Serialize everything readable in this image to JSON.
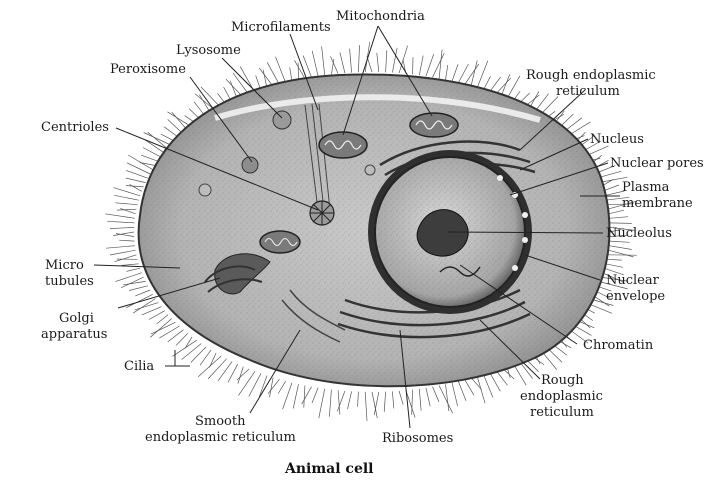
{
  "figure": {
    "caption": "Animal cell",
    "labels": {
      "microfilaments": "Microfilaments",
      "mitochondria": "Mitochondria",
      "lysosome": "Lysosome",
      "peroxisome": "Peroxisome",
      "rough_er_top_line1": "Rough endoplasmic",
      "rough_er_top_line2": "reticulum",
      "centrioles": "Centrioles",
      "nucleus": "Nucleus",
      "nuclear_pores": "Nuclear pores",
      "plasma_membrane_line1": "Plasma",
      "plasma_membrane_line2": "membrane",
      "nucleolus": "Nucleolus",
      "microtubules_line1": "Micro",
      "microtubules_line2": "tubules",
      "nuclear_envelope_line1": "Nuclear",
      "nuclear_envelope_line2": "envelope",
      "golgi_line1": "Golgi",
      "golgi_line2": "apparatus",
      "chromatin": "Chromatin",
      "cilia": "Cilia",
      "rough_er_bottom_line1": "Rough",
      "rough_er_bottom_line2": "endoplasmic",
      "rough_er_bottom_line3": "reticulum",
      "smooth_er_line1": "Smooth",
      "smooth_er_line2": "endoplasmic reticulum",
      "ribosomes": "Ribosomes"
    }
  }
}
